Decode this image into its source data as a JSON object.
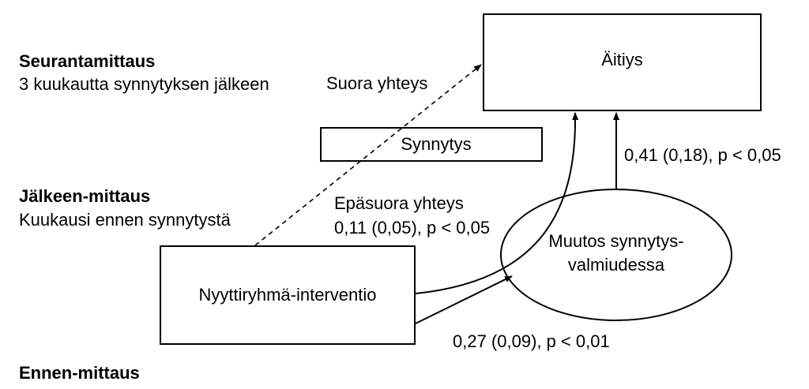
{
  "phases": {
    "followup": {
      "title": "Seurantamittaus",
      "subtitle": "3 kuukautta synnytyksen jälkeen"
    },
    "post": {
      "title": "Jälkeen-mittaus",
      "subtitle": "Kuukausi ennen synnytystä"
    },
    "pre": {
      "title": "Ennen-mittaus"
    }
  },
  "nodes": {
    "motherhood": "Äitiys",
    "birth": "Synnytys",
    "intervention": "Nyyttiryhmä-interventio",
    "change_line1": "Muutos synnytys-",
    "change_line2": "valmiudessa"
  },
  "edges": {
    "direct_label": "Suora yhteys",
    "indirect_label": "Epäsuora yhteys",
    "indirect_value": "0,11 (0,05), p < 0,05",
    "intervention_to_change": "0,27 (0,09), p < 0,01",
    "change_to_motherhood": "0,41 (0,18), p < 0,05"
  }
}
